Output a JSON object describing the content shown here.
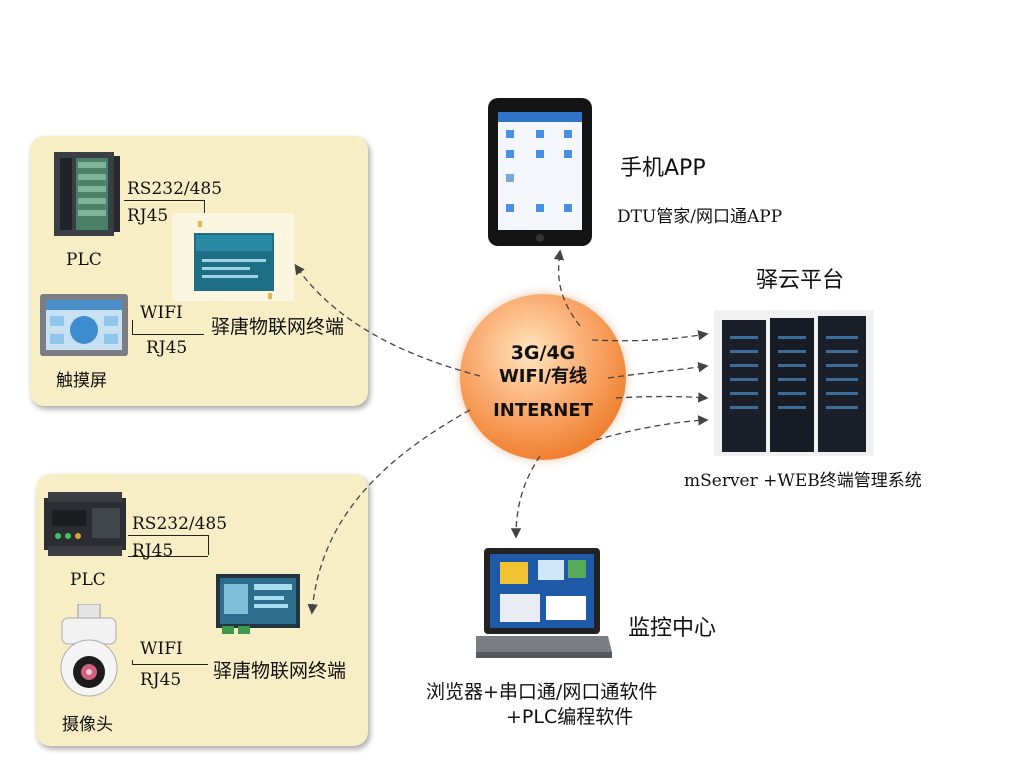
{
  "globe": {
    "line1": "3G/4G",
    "line2": "WIFI/有线",
    "line3": "INTERNET"
  },
  "panel_top": {
    "plc_label": "PLC",
    "link1_top": "RS232/485",
    "link1_bottom": "RJ45",
    "hmi_label": "触摸屏",
    "link2_top": "WIFI",
    "link2_bottom": "RJ45",
    "terminal_label": "驿唐物联网终端"
  },
  "panel_bottom": {
    "plc_label": "PLC",
    "link1_top": "RS232/485",
    "link1_bottom": "RJ45",
    "camera_label": "摄像头",
    "link2_top": "WIFI",
    "link2_bottom": "RJ45",
    "terminal_label": "驿唐物联网终端"
  },
  "mobile": {
    "title": "手机APP",
    "subtitle": "DTU管家/网口通APP"
  },
  "cloud": {
    "title": "驿云平台",
    "subtitle": "mServer +WEB终端管理系统"
  },
  "monitor": {
    "title": "监控中心",
    "subtitle_line1": "浏览器+串口通/网口通软件",
    "subtitle_line2": "+PLC编程软件"
  },
  "colors": {
    "panel_bg": "#f8eec6",
    "globe": "#f08030",
    "server": "#1a1f2a",
    "screen": "#1e5aa8"
  }
}
